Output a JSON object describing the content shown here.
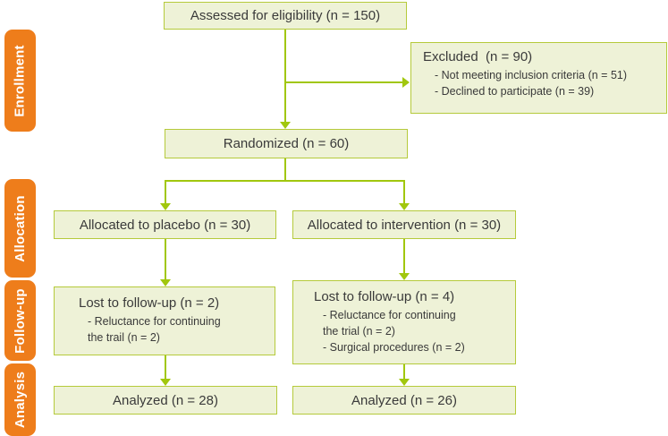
{
  "colors": {
    "box_fill": "#eef2d7",
    "box_border": "#b5ca3b",
    "arrow": "#a1c70e",
    "stage_bg": "#ee7d1b",
    "stage_text": "#ffffff",
    "text": "#3a3a3a"
  },
  "stages": {
    "enrollment": "Enrollment",
    "allocation": "Allocation",
    "followup": "Follow-up",
    "analysis": "Analysis"
  },
  "boxes": {
    "assessed": {
      "title": "Assessed for eligibility (n = 150)"
    },
    "excluded": {
      "title": "Excluded  (n = 90)",
      "items": [
        "- Not meeting inclusion criteria (n = 51)",
        "- Declined to participate (n = 39)"
      ]
    },
    "randomized": {
      "title": "Randomized (n = 60)"
    },
    "allocated_placebo": {
      "title": "Allocated to placebo (n = 30)"
    },
    "allocated_intervention": {
      "title": "Allocated to intervention (n = 30)"
    },
    "followup_placebo": {
      "title": "Lost to follow-up (n = 2)",
      "items": [
        "- Reluctance for continuing\nthe trail (n = 2)"
      ]
    },
    "followup_intervention": {
      "title": "Lost to follow-up (n = 4)",
      "items": [
        "- Reluctance for continuing\nthe trial (n = 2)",
        "- Surgical procedures (n = 2)"
      ]
    },
    "analyzed_placebo": {
      "title": "Analyzed (n = 28)"
    },
    "analyzed_intervention": {
      "title": "Analyzed (n = 26)"
    }
  }
}
